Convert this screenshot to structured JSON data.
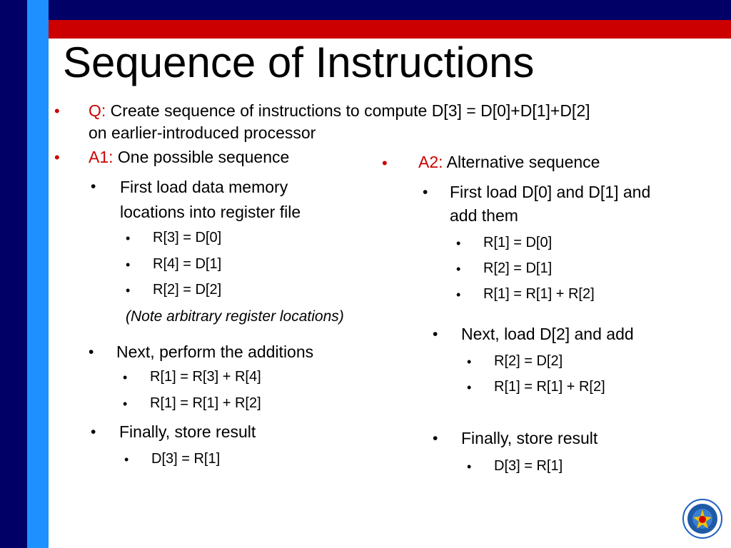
{
  "slide": {
    "title": "Sequence of Instructions",
    "bullet": "•",
    "q": {
      "label": "Q:",
      "line1": " Create sequence of instructions to compute D[3] = D[0]+D[1]+D[2]",
      "line2": "on earlier-introduced processor"
    },
    "a1": {
      "label": "A1:",
      "text": " One possible sequence",
      "step1": {
        "line1": "First load data memory",
        "line2": "locations into register file",
        "items": [
          "R[3] = D[0]",
          "R[4] = D[1]",
          "R[2] = D[2]"
        ],
        "note": "(Note arbitrary register locations)"
      },
      "step2": {
        "text": "Next, perform the additions",
        "items": [
          "R[1] = R[3] + R[4]",
          "R[1] = R[1] + R[2]"
        ]
      },
      "step3": {
        "text": "Finally, store result",
        "items": [
          "D[3] = R[1]"
        ]
      }
    },
    "a2": {
      "label": "A2:",
      "text": " Alternative sequence",
      "step1": {
        "line1": "First load D[0] and D[1] and",
        "line2": "add them",
        "items": [
          "R[1] = D[0]",
          "R[2] = D[1]",
          "R[1] = R[1] + R[2]"
        ]
      },
      "step2": {
        "text": "Next, load D[2] and add",
        "items": [
          "R[2] = D[2]",
          "R[1] = R[1] + R[2]"
        ]
      },
      "step3": {
        "text": "Finally, store result",
        "items": [
          "D[3] = R[1]"
        ]
      }
    },
    "colors": {
      "navy": "#000066",
      "red": "#cc0000",
      "light_blue": "#1e90ff",
      "accent_text": "#cc0000"
    }
  }
}
